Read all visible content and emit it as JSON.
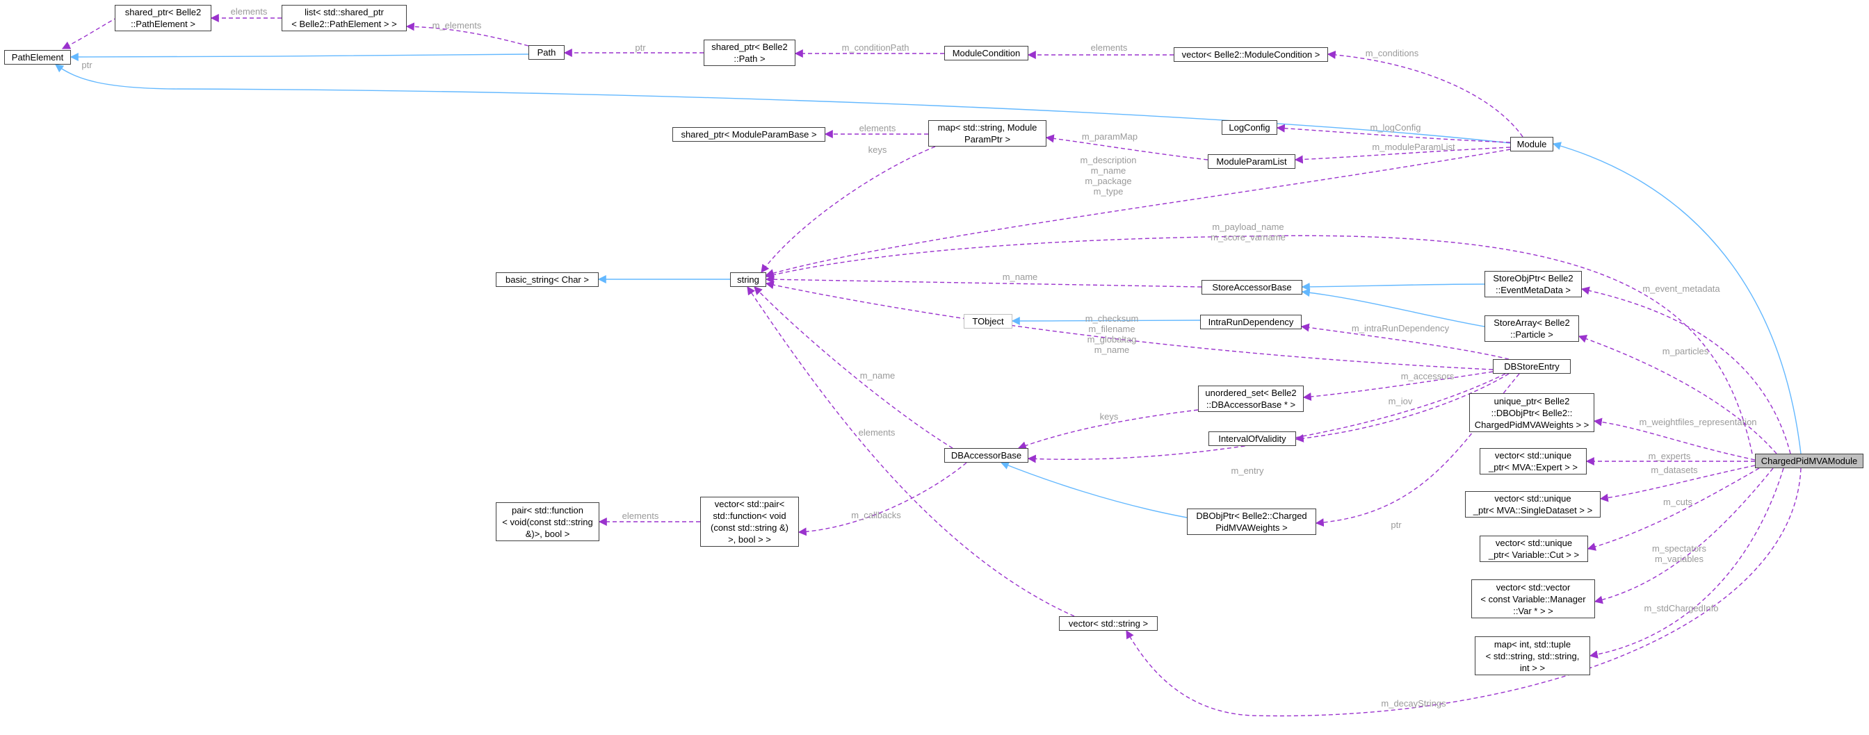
{
  "colors": {
    "inherit": "#63b8ff",
    "usage": "#9a32cd",
    "label": "#9a9a9a",
    "border": "#404040",
    "focus_fill": "#bfbfbf"
  },
  "nodes": [
    {
      "id": "sp_pathelement",
      "label": "shared_ptr< Belle2\n::PathElement >"
    },
    {
      "id": "list_sp_pathelement",
      "label": "list< std::shared_ptr\n< Belle2::PathElement > >"
    },
    {
      "id": "pathelement",
      "label": "PathElement"
    },
    {
      "id": "path",
      "label": "Path"
    },
    {
      "id": "sp_path",
      "label": "shared_ptr< Belle2\n::Path >"
    },
    {
      "id": "modulecondition",
      "label": "ModuleCondition"
    },
    {
      "id": "vec_modulecondition",
      "label": "vector< Belle2::ModuleCondition >"
    },
    {
      "id": "sp_moduleparambase",
      "label": "shared_ptr< ModuleParamBase >"
    },
    {
      "id": "map_moduleparamptr",
      "label": "map< std::string, Module\nParamPtr >"
    },
    {
      "id": "logconfig",
      "label": "LogConfig"
    },
    {
      "id": "moduleparamlist",
      "label": "ModuleParamList"
    },
    {
      "id": "module",
      "label": "Module"
    },
    {
      "id": "basic_string",
      "label": "basic_string< Char >"
    },
    {
      "id": "string",
      "label": "string"
    },
    {
      "id": "storeaccessorbase",
      "label": "StoreAccessorBase"
    },
    {
      "id": "storeobjptr",
      "label": "StoreObjPtr< Belle2\n::EventMetaData >"
    },
    {
      "id": "tobject",
      "label": "TObject"
    },
    {
      "id": "intrarundependency",
      "label": "IntraRunDependency"
    },
    {
      "id": "storearray",
      "label": "StoreArray< Belle2\n::Particle >"
    },
    {
      "id": "dbstoreentry",
      "label": "DBStoreEntry"
    },
    {
      "id": "unordered_set",
      "label": "unordered_set< Belle2\n::DBAccessorBase * >"
    },
    {
      "id": "unique_ptr_dbobjptr",
      "label": "unique_ptr< Belle2\n::DBObjPtr< Belle2::\nChargedPidMVAWeights > >"
    },
    {
      "id": "intervalofvalidity",
      "label": "IntervalOfValidity"
    },
    {
      "id": "dbaccessorbase",
      "label": "DBAccessorBase"
    },
    {
      "id": "vec_up_expert",
      "label": "vector< std::unique\n_ptr< MVA::Expert > >"
    },
    {
      "id": "chargedpidmvamodule",
      "label": "ChargedPidMVAModule"
    },
    {
      "id": "vec_up_singledataset",
      "label": "vector< std::unique\n_ptr< MVA::SingleDataset > >"
    },
    {
      "id": "pair_function",
      "label": "pair< std::function\n< void(const std::string\n&)>, bool >"
    },
    {
      "id": "vec_pair_function",
      "label": "vector< std::pair<\nstd::function< void\n(const std::string &)\n>, bool > >"
    },
    {
      "id": "dbobjptr",
      "label": "DBObjPtr< Belle2::Charged\nPidMVAWeights >"
    },
    {
      "id": "vec_up_cut",
      "label": "vector< std::unique\n_ptr< Variable::Cut > >"
    },
    {
      "id": "vec_vec_var",
      "label": "vector< std::vector\n< const Variable::Manager\n::Var * > >"
    },
    {
      "id": "vec_string",
      "label": "vector< std::string >"
    },
    {
      "id": "map_tuple",
      "label": "map< int, std::tuple\n< std::string, std::string,\nint > >"
    }
  ],
  "edge_labels": {
    "ptr_pathelement": "ptr",
    "elements_list": "elements",
    "m_elements": "m_elements",
    "ptr_path": "ptr",
    "m_conditionPath": "m_conditionPath",
    "elements_conditions": "elements",
    "m_conditions": "m_conditions",
    "elements_paramptr": "elements",
    "m_paramMap": "m_paramMap",
    "m_logConfig": "m_logConfig",
    "m_moduleParamList": "m_moduleParamList",
    "keys_map": "keys",
    "module_strings": "m_description\nm_name\nm_package\nm_type",
    "payload": "m_payload_name\nm_score_varname",
    "m_name_sab": "m_name",
    "m_event_metadata": "m_event_metadata",
    "m_particles": "m_particles",
    "m_intraRunDependency": "m_intraRunDependency",
    "dbstore_strings": "m_checksum\nm_filename\nm_globaltag\nm_name",
    "m_accessors": "m_accessors",
    "keys_set": "keys",
    "m_name_dba": "m_name",
    "m_iov": "m_iov",
    "elements_vecstring": "elements",
    "m_weightfiles": "m_weightfiles_representation",
    "m_entry": "m_entry",
    "m_experts": "m_experts",
    "m_datasets": "m_datasets",
    "elements_pair": "elements",
    "m_callbacks": "m_callbacks",
    "ptr_dbobj": "ptr",
    "m_cuts": "m_cuts",
    "m_spectators": "m_spectators\nm_variables",
    "m_stdChargedInfo": "m_stdChargedInfo",
    "m_decayStrings": "m_decayStrings"
  }
}
